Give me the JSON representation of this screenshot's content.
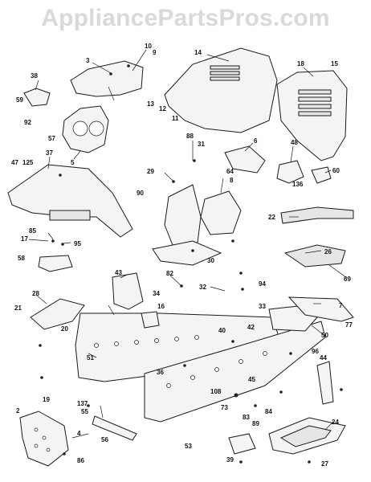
{
  "watermark": "AppliancePartsPros.com",
  "callouts": [
    "3",
    "10",
    "9",
    "14",
    "18",
    "15",
    "38",
    "59",
    "92",
    "57",
    "5",
    "37",
    "47",
    "125",
    "31",
    "88",
    "6",
    "48",
    "136",
    "60",
    "29",
    "90",
    "85",
    "95",
    "17",
    "58",
    "43",
    "82",
    "32",
    "34",
    "94",
    "33",
    "21",
    "28",
    "20",
    "19",
    "16",
    "51",
    "36",
    "40",
    "42",
    "50",
    "44",
    "7",
    "77",
    "22",
    "26",
    "69",
    "30",
    "39",
    "24",
    "137",
    "55",
    "2",
    "4",
    "86",
    "56",
    "53",
    "73",
    "108",
    "45",
    "83",
    "89",
    "84",
    "96",
    "27",
    "13",
    "12",
    "11",
    "8",
    "64"
  ]
}
